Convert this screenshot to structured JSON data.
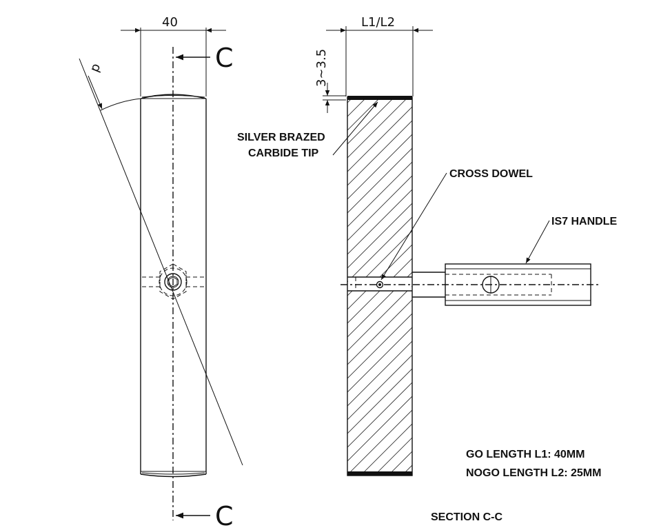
{
  "dimensions": {
    "width_front": "40",
    "width_section": "L1/L2",
    "tip_thickness": "3~3.5",
    "angle_symbol": "p"
  },
  "section_markers": {
    "top": "C",
    "bottom": "C"
  },
  "labels": {
    "tip_line1": "SILVER BRAZED",
    "tip_line2": "CARBIDE TIP",
    "dowel": "CROSS DOWEL",
    "handle": "IS7 HANDLE"
  },
  "notes": {
    "go_length": "GO LENGTH L1: 40MM",
    "nogo_length": "NOGO LENGTH L2: 25MM",
    "section_title": "SECTION C-C"
  }
}
